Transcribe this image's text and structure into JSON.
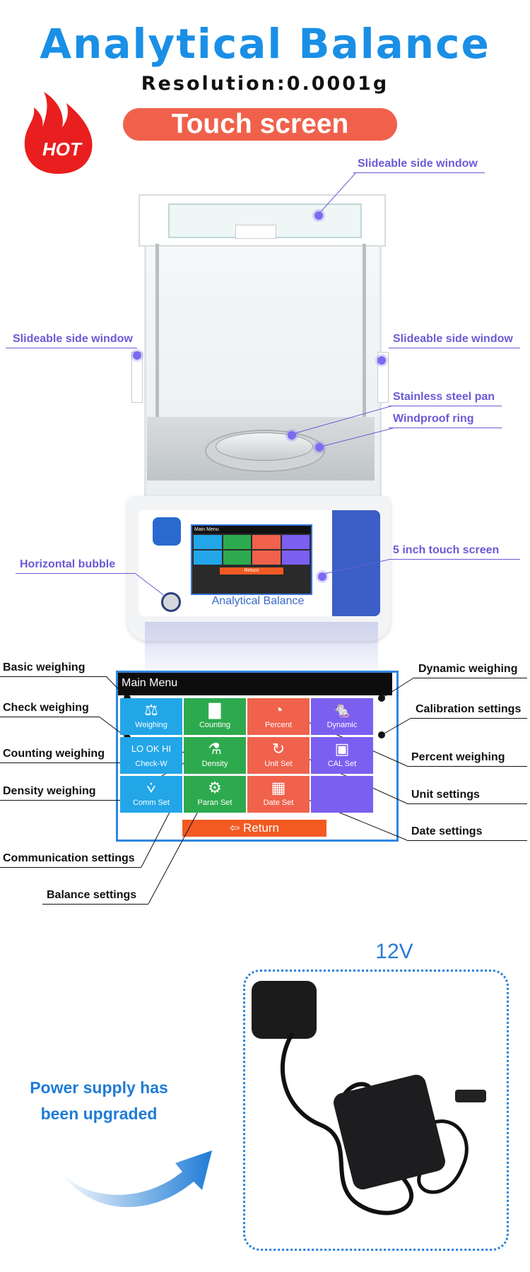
{
  "header": {
    "title": "Analytical Balance",
    "subtitle": "Resolution:0.0001g",
    "pill": "Touch screen",
    "hot": "HOT"
  },
  "callouts": {
    "top_window": "Slideable side window",
    "left_window": "Slideable side window",
    "right_window": "Slideable side window",
    "pan": "Stainless steel pan",
    "ring": "Windproof ring",
    "bubble": "Horizontal bubble",
    "screen": "5 inch touch screen"
  },
  "device": {
    "brand_text": "Analytical Balance",
    "mini_title": "Main Menu",
    "mini_return": "Return"
  },
  "menu": {
    "title": "Main Menu",
    "return_label": "Return",
    "tiles": [
      {
        "label": "Weighing",
        "color": "#22a6e8",
        "icon": "scale-icon"
      },
      {
        "label": "Counting",
        "color": "#2eaa4e",
        "icon": "bars-icon"
      },
      {
        "label": "Percent",
        "color": "#f0624c",
        "icon": "pie-icon"
      },
      {
        "label": "Dynamic",
        "color": "#7b5ff0",
        "icon": "mouse-icon"
      },
      {
        "label": "Check-W",
        "color": "#22a6e8",
        "icon": "check-icon",
        "glyph": "LO OK HI"
      },
      {
        "label": "Density",
        "color": "#2eaa4e",
        "icon": "flask-icon"
      },
      {
        "label": "Unit Set",
        "color": "#f0624c",
        "icon": "refresh-icon"
      },
      {
        "label": "CAL Set",
        "color": "#7b5ff0",
        "icon": "weight-icon"
      },
      {
        "label": "Comm Set",
        "color": "#22a6e8",
        "icon": "antenna-icon"
      },
      {
        "label": "Paran Set",
        "color": "#2eaa4e",
        "icon": "gear-icon"
      },
      {
        "label": "Date Set",
        "color": "#f0624c",
        "icon": "calendar-icon"
      },
      {
        "label": "",
        "color": "#7b5ff0",
        "icon": ""
      }
    ]
  },
  "labels": {
    "basic": "Basic weighing",
    "check": "Check weighing",
    "counting": "Counting  weighing",
    "density": "Density weighing",
    "comm": "Communication settings",
    "balance": "Balance settings",
    "dynamic": "Dynamic weighing",
    "calibration": "Calibration settings",
    "percent": "Percent weighing",
    "unit": "Unit settings",
    "date": "Date settings"
  },
  "power": {
    "voltage": "12V",
    "line1": "Power supply has",
    "line2": "been upgraded"
  },
  "colors": {
    "brand_blue": "#1a8fe6",
    "pill_red": "#f0614c",
    "callout_purple": "#6a5ad6"
  }
}
